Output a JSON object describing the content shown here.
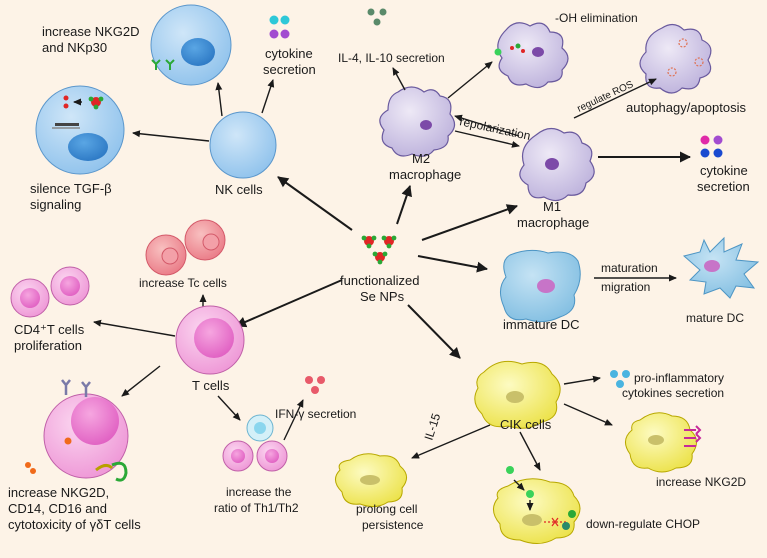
{
  "center": {
    "line1": "functionalized",
    "line2": "Se NPs"
  },
  "nk": {
    "title": "NK cells",
    "receptors_line1": "increase NKG2D",
    "receptors_line2": "and NKp30",
    "cytokine_line1": "cytokine",
    "cytokine_line2": "secretion",
    "tgf_line1": "silence TGF-β",
    "tgf_line2": "signaling"
  },
  "m2": {
    "title_line1": "M2",
    "title_line2": "macrophage",
    "il_secretion": "IL-4, IL-10 secretion",
    "oh": "-OH elimination"
  },
  "m1": {
    "title_line1": "M1",
    "title_line2": "macrophage",
    "cytokine_line1": "cytokine",
    "cytokine_line2": "secretion"
  },
  "repolarization": "repolarization",
  "regulate_ros": "regulate ROS",
  "autophagy": "autophagy/apoptosis",
  "dc": {
    "immature": "immature DC",
    "mature": "mature DC",
    "maturation": "maturation",
    "migration": "migration"
  },
  "tcell": {
    "title": "T cells",
    "tc": "increase Tc cells",
    "cd4_line1": "CD4⁺T cells",
    "cd4_line2": "proliferation",
    "ifn": "IFN-γ secretion",
    "ratio_line1": "increase the",
    "ratio_line2": "ratio of Th1/Th2",
    "gd_line1": "increase NKG2D,",
    "gd_line2": "CD14, CD16 and",
    "gd_line3": "cytotoxicity of γδT cells"
  },
  "cik": {
    "title": "CIK cells",
    "il15": "IL-15",
    "proinfl_line1": "pro-inflammatory",
    "proinfl_line2": "cytokines secretion",
    "nkg2d": "increase NKG2D",
    "persist_line1": "prolong cell",
    "persist_line2": "persistence",
    "chop": "down-regulate CHOP"
  },
  "colors": {
    "background": "#fdf3e7",
    "nk_blue": "#a9d2f1",
    "macrophage_lilac": "#d9d2ea",
    "dc_blue": "#9ccde8",
    "tcell_pink": "#f6aee0",
    "cik_yellow": "#f8f27e",
    "np_red": "#e02626",
    "np_green": "#2aa836"
  }
}
